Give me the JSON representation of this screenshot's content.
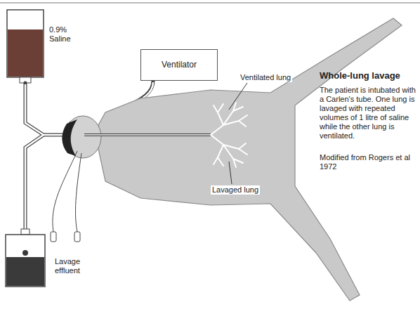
{
  "diagram": {
    "title": "Whole-lung lavage",
    "nodes": [
      {
        "text": [
          "0.9% Saline"
        ]
      },
      {
        "text": [
          "Ventilator"
        ]
      },
      {
        "text": [
          "Lavage effluent"
        ]
      }
    ],
    "labels": [
      "Ventilated lung",
      "Lavaged lung",
      "The patient is intubated with a Carlen's tube. One lung is lavaged with repeated volumes of 1 litre of saline while the other lung is ventilated.",
      "Modified from Rogers et al 1972"
    ]
  }
}
